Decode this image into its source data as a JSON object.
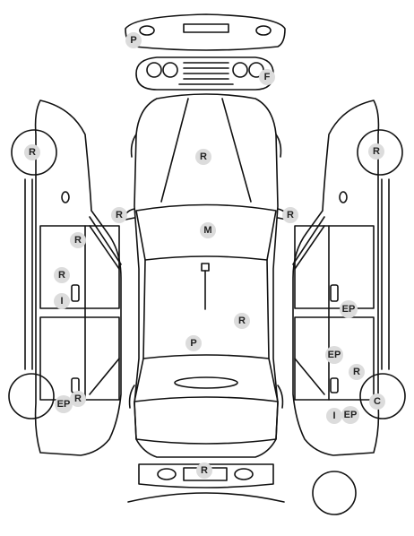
{
  "diagram": {
    "markers": [
      {
        "id": "top-rear-p",
        "code": "P"
      },
      {
        "id": "front-f",
        "code": "F"
      },
      {
        "id": "hood-r",
        "code": "R"
      },
      {
        "id": "mirror-left-r",
        "code": "R"
      },
      {
        "id": "mirror-right-r",
        "code": "R"
      },
      {
        "id": "windshield-m",
        "code": "M"
      },
      {
        "id": "roof-r",
        "code": "R"
      },
      {
        "id": "roof-p",
        "code": "P"
      },
      {
        "id": "left-front-wheel-r",
        "code": "R"
      },
      {
        "id": "left-front-door-r",
        "code": "R"
      },
      {
        "id": "left-side-r",
        "code": "R"
      },
      {
        "id": "left-handle-i",
        "code": "I"
      },
      {
        "id": "left-rear-ep",
        "code": "EP"
      },
      {
        "id": "left-rear-r",
        "code": "R"
      },
      {
        "id": "right-front-wheel-r",
        "code": "R"
      },
      {
        "id": "right-door-ep",
        "code": "EP"
      },
      {
        "id": "right-rear-door-ep",
        "code": "EP"
      },
      {
        "id": "right-rear-r",
        "code": "R"
      },
      {
        "id": "right-rear-wheel-c",
        "code": "C"
      },
      {
        "id": "right-handle-i",
        "code": "I"
      },
      {
        "id": "right-rear-ep",
        "code": "EP"
      },
      {
        "id": "rear-bumper-r",
        "code": "R"
      }
    ]
  }
}
